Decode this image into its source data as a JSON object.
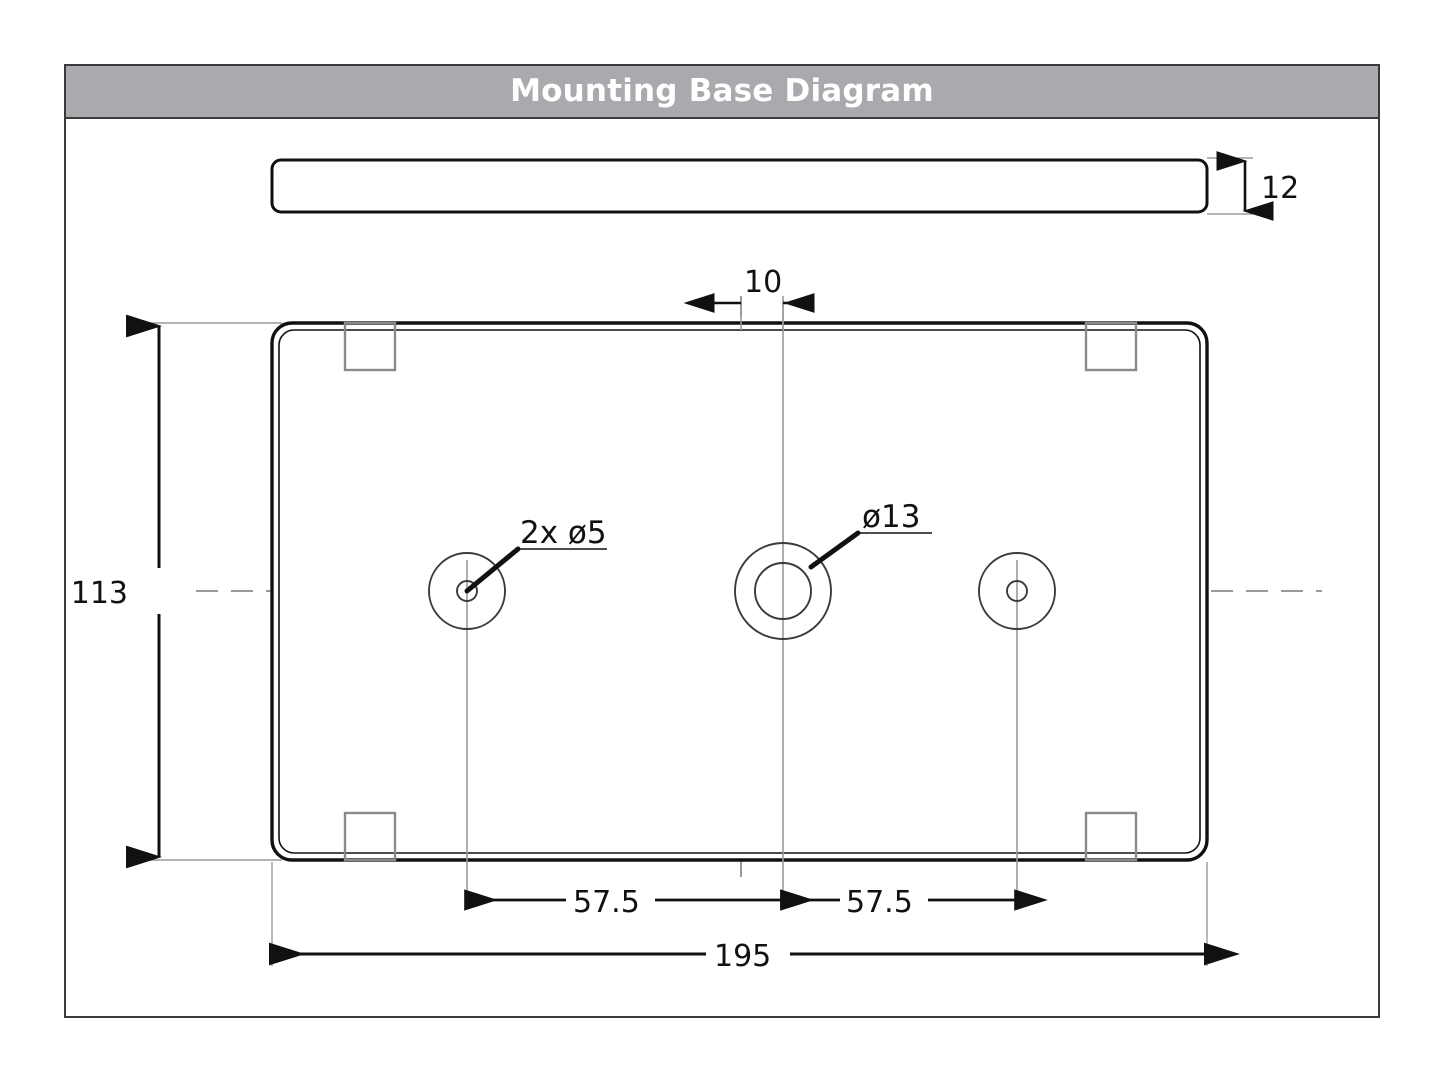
{
  "header": {
    "title": "Mounting Base Diagram"
  },
  "colors": {
    "header_background": "#a9aaad",
    "header_text": "#ffffff",
    "frame_border": "#3a3a3a",
    "outline": "#111111",
    "thin_line": "#8a8a8a",
    "centerline": "#9a9a9a"
  },
  "drawing": {
    "name": "mounting-base-technical-drawing",
    "side_view": {
      "name": "side-view-profile",
      "thickness_dimension": "12"
    },
    "top_view": {
      "name": "top-view-plate",
      "overall_width_dimension": "195",
      "overall_height_dimension": "113",
      "center_offset_dimension": "10",
      "hole_spacing_left": "57.5",
      "hole_spacing_right": "57.5",
      "callouts": [
        {
          "name": "small-holes-callout",
          "text": "2x ø5"
        },
        {
          "name": "center-hole-callout",
          "text": "ø13"
        }
      ]
    }
  },
  "dimensions": {
    "thickness": "12",
    "top_offset": "10",
    "height": "113",
    "left_spacing": "57.5",
    "right_spacing": "57.5",
    "width": "195",
    "small_hole": "2x ø5",
    "center_hole": "ø13"
  }
}
